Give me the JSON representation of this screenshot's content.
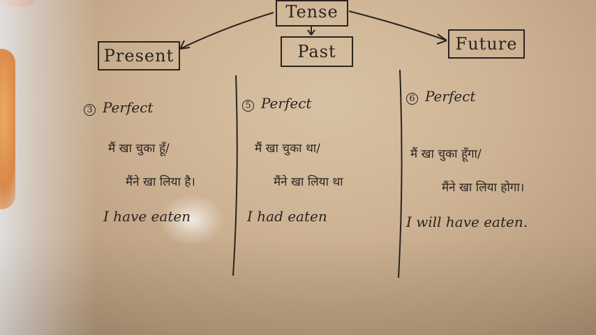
{
  "root": "Tense",
  "branches": {
    "present": "Present",
    "past": "Past",
    "future": "Future"
  },
  "columns": {
    "present": {
      "number": "3",
      "heading": "Perfect",
      "hindi_line1": "मैं खा चुका हूँ/",
      "hindi_line2": "मैंने खा लिया है।",
      "english": "I have eaten"
    },
    "past": {
      "number": "5",
      "heading": "Perfect",
      "hindi_line1": "मैं खा चुका था/",
      "hindi_line2": "मैंने खा लिया था",
      "english": "I had eaten"
    },
    "future": {
      "number": "6",
      "heading": "Perfect",
      "hindi_line1": "मैं खा चुका हूँगा/",
      "hindi_line2": "मैंने खा लिया होगा।",
      "english": "I will have eaten."
    }
  }
}
